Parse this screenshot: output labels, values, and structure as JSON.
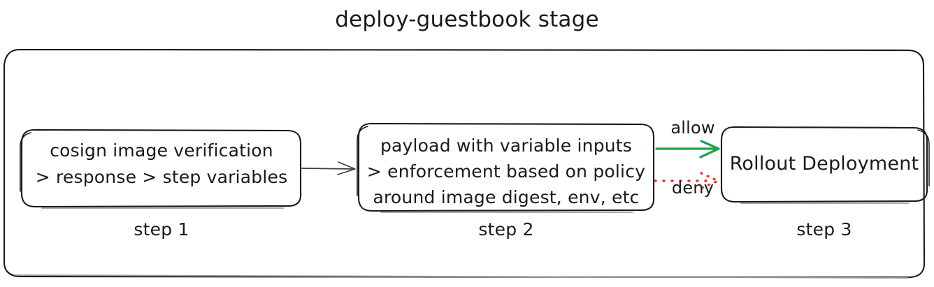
{
  "diagram": {
    "title": "deploy-guestbook stage",
    "type": "flowchart",
    "style": "hand-drawn",
    "background_color": "#ffffff",
    "stroke_color": "#1a1a1a",
    "container": {
      "name": "stage-container",
      "shape": "rounded-rectangle"
    },
    "nodes": [
      {
        "id": "step1",
        "caption": "step 1",
        "lines": [
          "cosign image verification",
          "> response > step variables"
        ]
      },
      {
        "id": "step2",
        "caption": "step 2",
        "lines": [
          "payload with variable inputs",
          "> enforcement based on policy",
          "around image digest, env, etc"
        ]
      },
      {
        "id": "step3",
        "caption": "step 3",
        "lines": [
          "Rollout Deployment"
        ]
      }
    ],
    "edges": [
      {
        "id": "edge-step1-step2",
        "from": "step1",
        "to": "step2",
        "label": "",
        "color": "#3d3d3d",
        "style": "solid"
      },
      {
        "id": "edge-allow",
        "from": "step2",
        "to": "step3",
        "label": "allow",
        "color": "#21a04a",
        "style": "solid"
      },
      {
        "id": "edge-deny",
        "from": "step2",
        "to": "step3",
        "label": "deny",
        "color": "#e8332a",
        "style": "dotted"
      }
    ]
  }
}
